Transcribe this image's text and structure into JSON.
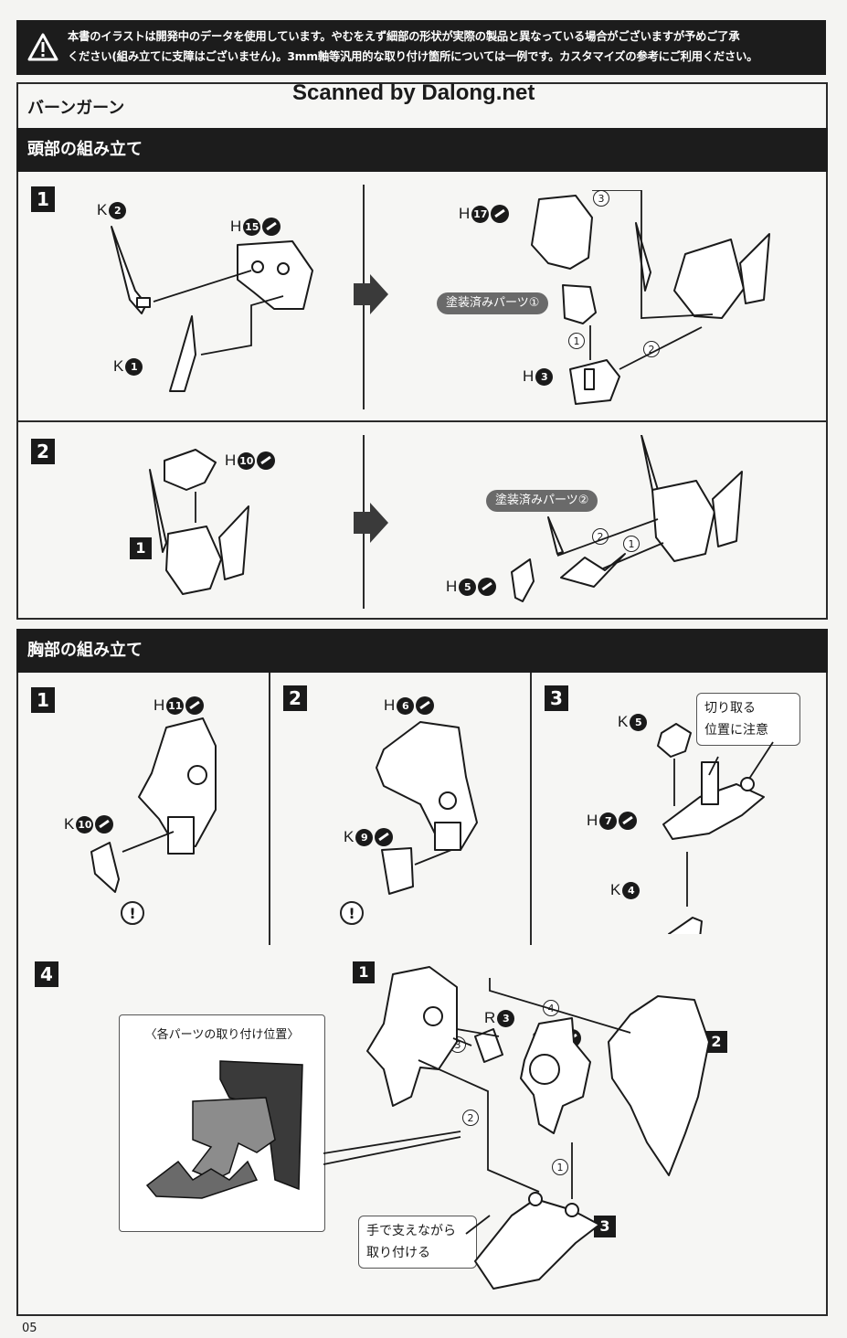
{
  "warning": {
    "line1": "本書のイラストは開発中のデータを使用しています。やむをえず細部の形状が実際の製品と異なっている場合がございますが予めご了承",
    "line2": "ください(組み立てに支障はございません)。3mm軸等汎用的な取り付け箇所については一例です。カスタマイズの参考にご利用ください。"
  },
  "product_name": "バーンガーン",
  "watermark": "Scanned by Dalong.net",
  "head_section": {
    "title": "頭部の組み立て",
    "step1": {
      "num": "1",
      "k2": {
        "letter": "K",
        "n": "2"
      },
      "h15": {
        "letter": "H",
        "n": "15"
      },
      "k1": {
        "letter": "K",
        "n": "1"
      },
      "h17": {
        "letter": "H",
        "n": "17"
      },
      "h3": {
        "letter": "H",
        "n": "3"
      },
      "painted": "塗装済みパーツ①",
      "o1": "1",
      "o2": "2",
      "o3": "3"
    },
    "step2": {
      "num": "2",
      "h10": {
        "letter": "H",
        "n": "10"
      },
      "ref": "1",
      "painted": "塗装済みパーツ②",
      "h5": {
        "letter": "H",
        "n": "5"
      },
      "o1": "1",
      "o2": "2"
    }
  },
  "chest_section": {
    "title": "胸部の組み立て",
    "step1": {
      "num": "1",
      "h11": {
        "letter": "H",
        "n": "11"
      },
      "k10": {
        "letter": "K",
        "n": "10"
      },
      "caution": "!"
    },
    "step2": {
      "num": "2",
      "h6": {
        "letter": "H",
        "n": "6"
      },
      "k9": {
        "letter": "K",
        "n": "9"
      },
      "caution": "!"
    },
    "step3": {
      "num": "3",
      "k5": {
        "letter": "K",
        "n": "5"
      },
      "h7": {
        "letter": "H",
        "n": "7"
      },
      "k4": {
        "letter": "K",
        "n": "4"
      },
      "note": "切り取る\n位置に注意"
    },
    "step4": {
      "num": "4",
      "inset_title": "〈各パーツの取り付け位置〉",
      "ref1": "1",
      "ref2": "2",
      "ref3": "3",
      "r3": {
        "letter": "R",
        "n": "3"
      },
      "s5": {
        "letter": "S",
        "n": "5"
      },
      "o1": "1",
      "o2": "2",
      "o3": "3",
      "o4": "4",
      "note": "手で支えながら\n取り付ける"
    }
  },
  "page_number": "05"
}
